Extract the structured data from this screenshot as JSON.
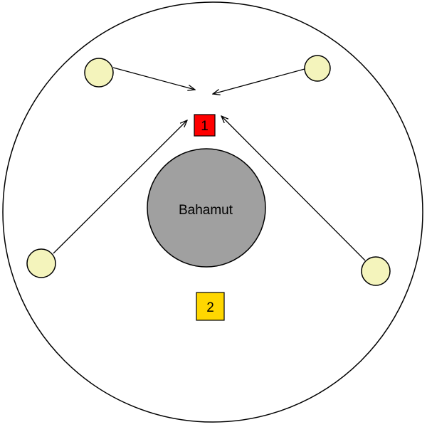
{
  "arena": {
    "boss": {
      "name": "Bahamut",
      "fill": "#a0a0a0"
    },
    "player_marker_fill": "#f4f4bc",
    "spots": [
      {
        "label": "1",
        "fill": "#ff0000"
      },
      {
        "label": "2",
        "fill": "#ffd700"
      }
    ]
  }
}
